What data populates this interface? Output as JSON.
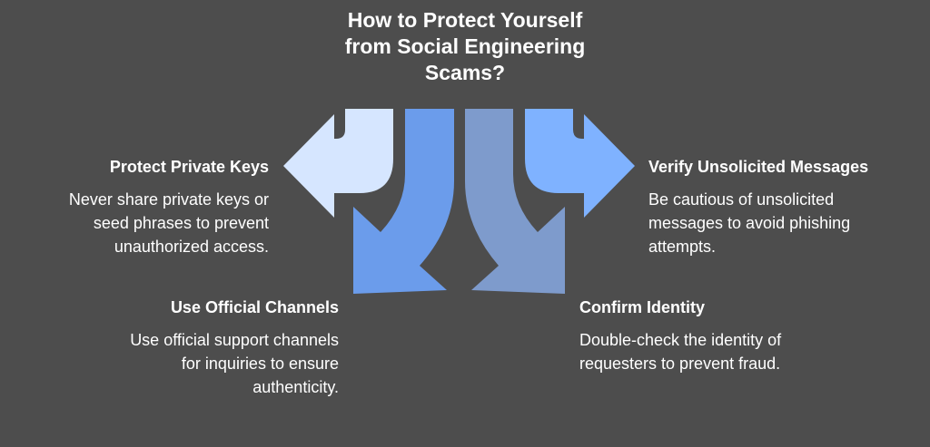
{
  "title": {
    "lines": [
      "How to Protect Yourself",
      "from Social Engineering",
      "Scams?"
    ]
  },
  "colors": {
    "background": "#4d4d4d",
    "arrow_top_left": "#d6e6ff",
    "arrow_bottom_left": "#6b9ceb",
    "arrow_bottom_right": "#7e9bcc",
    "arrow_top_right": "#7fb2ff"
  },
  "items": {
    "protect_private_keys": {
      "heading": "Protect Private Keys",
      "lines": [
        "Never share private keys or",
        "seed phrases to prevent",
        "unauthorized access."
      ]
    },
    "use_official_channels": {
      "heading": "Use Official Channels",
      "lines": [
        "Use official support channels",
        "for inquiries to ensure",
        "authenticity."
      ]
    },
    "verify_unsolicited_messages": {
      "heading": "Verify Unsolicited Messages",
      "lines": [
        "Be cautious of unsolicited",
        "messages to avoid phishing",
        "attempts."
      ]
    },
    "confirm_identity": {
      "heading": "Confirm Identity",
      "lines": [
        "Double-check the identity of",
        "requesters to prevent fraud."
      ]
    }
  }
}
